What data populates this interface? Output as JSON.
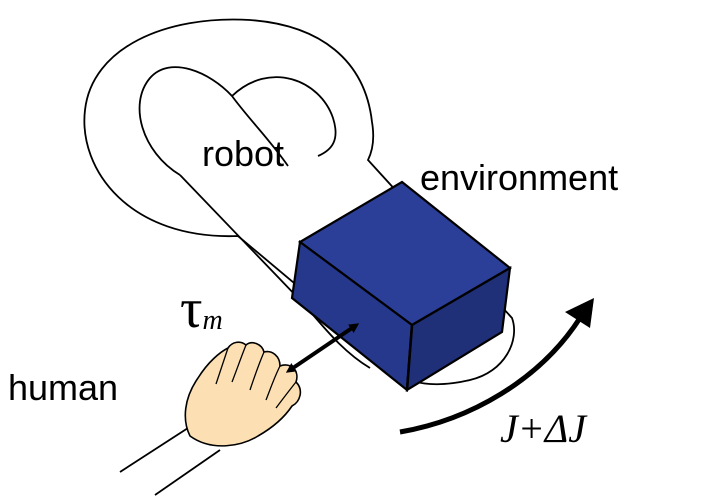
{
  "labels": {
    "robot": "robot",
    "environment": "environment",
    "human": "human",
    "torque_symbol": "τ",
    "torque_subscript": "m",
    "impedance": "J+ΔJ"
  },
  "colors": {
    "block_front": "#26388C",
    "block_top": "#2C3F98",
    "block_side": "#1F2F78",
    "hand_fill": "#FCE0B4",
    "line": "#000000"
  },
  "icons": {
    "hand": "hand-icon",
    "force_arrow": "double-headed-arrow",
    "rotation_arrow": "curved-arrow"
  }
}
